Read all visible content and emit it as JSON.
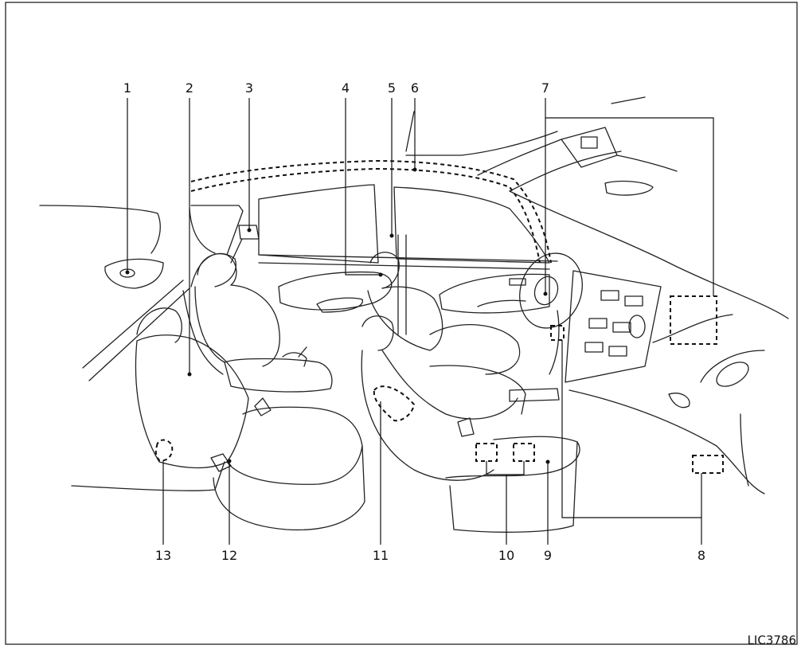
{
  "figure": {
    "code": "LIC3786",
    "callouts": [
      {
        "id": "1",
        "label": "1"
      },
      {
        "id": "2",
        "label": "2"
      },
      {
        "id": "3",
        "label": "3"
      },
      {
        "id": "4",
        "label": "4"
      },
      {
        "id": "5",
        "label": "5"
      },
      {
        "id": "6",
        "label": "6"
      },
      {
        "id": "7",
        "label": "7"
      },
      {
        "id": "8",
        "label": "8"
      },
      {
        "id": "9",
        "label": "9"
      },
      {
        "id": "10",
        "label": "10"
      },
      {
        "id": "11",
        "label": "11"
      },
      {
        "id": "12",
        "label": "12"
      },
      {
        "id": "13",
        "label": "13"
      }
    ]
  }
}
